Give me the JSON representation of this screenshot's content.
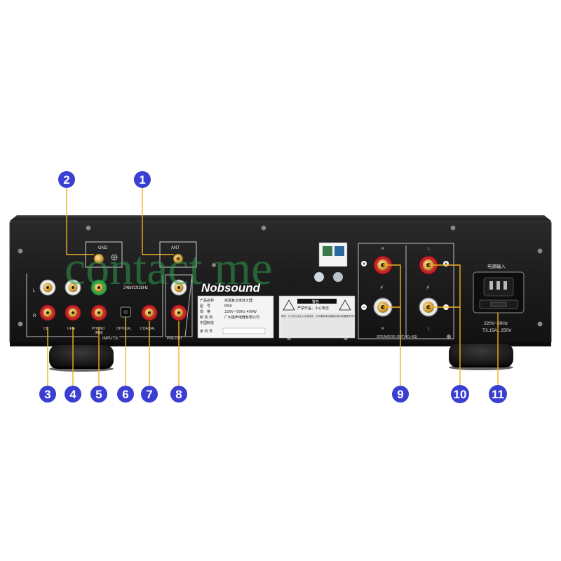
{
  "brand": "Nobsound",
  "watermark": "contact me",
  "panel_labels": {
    "gnd": "GND",
    "ant": "ANT",
    "cd": "CD",
    "ufie": "UFIE",
    "phono": "PHONO",
    "phono_sub": "(MM)",
    "optical": "OPTICAL",
    "coaxial": "COAXIAL",
    "inputs": "INPUTS",
    "dac_spec": "24bit/192kHz",
    "pre_out": "PRE OUT",
    "speakers_out": "SPEAKERS OUT(4Ω~8Ω)",
    "ch_l": "L",
    "ch_r": "R",
    "power_cn": "电源输入",
    "power_line1": "220V~50Hz",
    "power_line2": "T3.15AL 250V"
  },
  "rating_plate": {
    "rows": [
      {
        "key": "产品名称",
        "value": "高保真功率放大器"
      },
      {
        "key": "型　号",
        "value": "PM9"
      },
      {
        "key": "规　格",
        "value": "220V~50Hz 400W"
      },
      {
        "key": "制 造 商",
        "value": "广州諾声电器有限公司"
      },
      {
        "key": "中国制造",
        "value": ""
      },
      {
        "key": "序 列 号",
        "value": ""
      }
    ],
    "warning_title": "警告",
    "warning_sub": "严禁开盖，小心电击",
    "warning_row": "警告：为了防止发生火灾或电击，请不要将本机暴露在雨中或潮湿环境中"
  },
  "callouts": [
    {
      "number": "1",
      "name": "antenna"
    },
    {
      "number": "2",
      "name": "ground"
    },
    {
      "number": "3",
      "name": "cd-input"
    },
    {
      "number": "4",
      "name": "ufie-input"
    },
    {
      "number": "5",
      "name": "phono-input"
    },
    {
      "number": "6",
      "name": "optical-input"
    },
    {
      "number": "7",
      "name": "coaxial-input"
    },
    {
      "number": "8",
      "name": "pre-out"
    },
    {
      "number": "9",
      "name": "speaker-out-right"
    },
    {
      "number": "10",
      "name": "speaker-out-left"
    },
    {
      "number": "11",
      "name": "power-input"
    }
  ],
  "colors": {
    "callout_badge": "#3a3fd1",
    "callout_line": "#f2b020",
    "chassis": "#1b1b1c",
    "rca_red": "#c8232a",
    "rca_white": "#e9e9e9",
    "rca_green": "#2fa84a",
    "gold": "#d6a13a"
  }
}
